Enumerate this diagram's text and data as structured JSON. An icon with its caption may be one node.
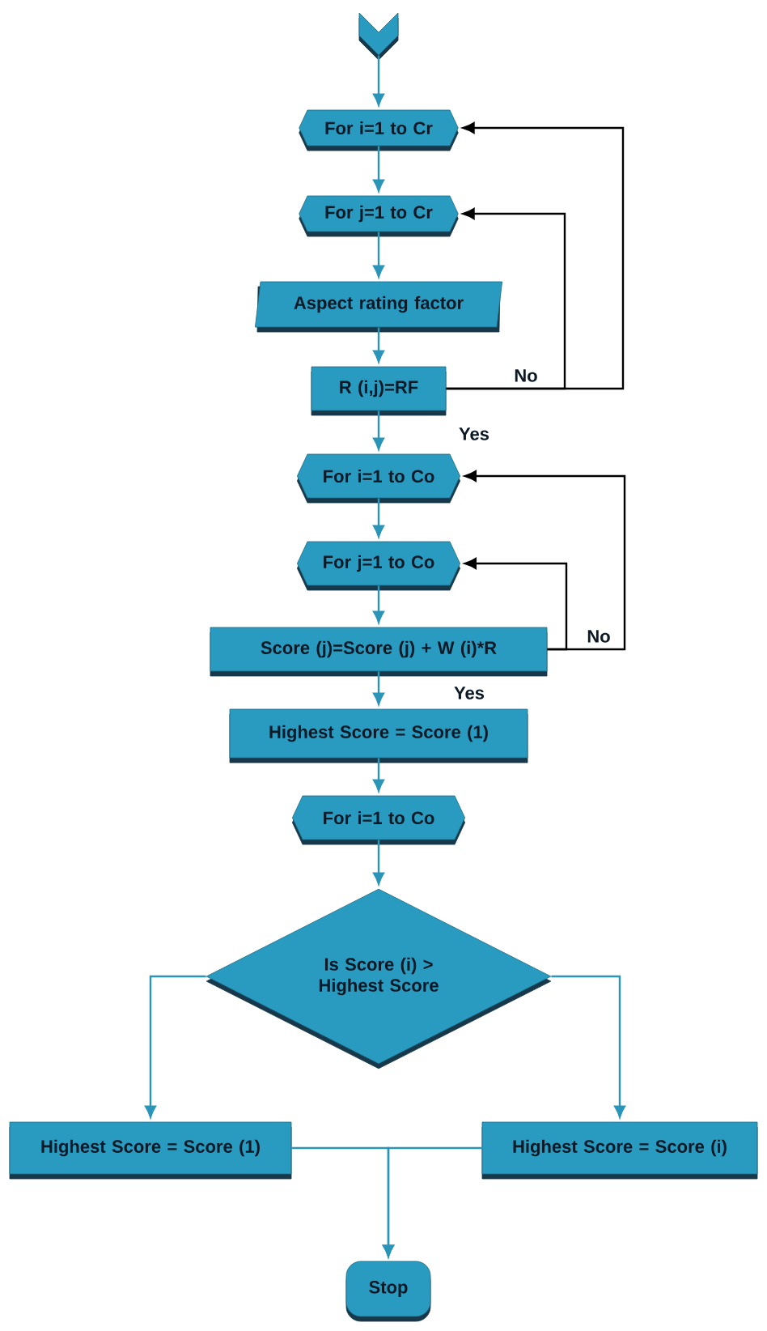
{
  "diagram": {
    "nodes": [
      {
        "text": [],
        "shape": "pentagon"
      },
      {
        "text": [
          "For i=1 to Cr"
        ]
      },
      {
        "text": [
          "For j=1 to Cr"
        ]
      },
      {
        "text": [
          "Aspect rating factor"
        ]
      },
      {
        "text": [
          "R (i,j)=RF"
        ]
      },
      {
        "text": [
          "For i=1 to Co"
        ]
      },
      {
        "text": [
          "For j=1 to Co"
        ]
      },
      {
        "text": [
          "Score (j)=Score (j) + W (i)*R"
        ]
      },
      {
        "text": [
          "Highest Score = Score (1)"
        ]
      },
      {
        "text": [
          "For i=1 to Co"
        ]
      },
      {
        "text": [
          "Is Score (i) > Highest Score"
        ]
      },
      {
        "text": [
          "Highest Score = Score (1)"
        ]
      },
      {
        "text": [
          "Highest Score = Score (i)"
        ]
      },
      {
        "text": [
          "Stop"
        ]
      }
    ],
    "edges": [
      {
        "from": 0,
        "to": 1,
        "arrow": "to"
      },
      {
        "from": 1,
        "to": 2,
        "arrow": "to"
      },
      {
        "from": 2,
        "to": 3,
        "arrow": "to"
      },
      {
        "from": 3,
        "to": 4,
        "arrow": "to"
      },
      {
        "from": 4,
        "to": 2,
        "arrow": "to",
        "label": "No",
        "color": "#000000"
      },
      {
        "from": 4,
        "to": 1,
        "arrow": "to",
        "color": "#000000"
      },
      {
        "from": 4,
        "to": 5,
        "arrow": "to",
        "label": "Yes"
      },
      {
        "from": 5,
        "to": 6,
        "arrow": "to"
      },
      {
        "from": 6,
        "to": 7,
        "arrow": "to"
      },
      {
        "from": 7,
        "to": 6,
        "arrow": "to",
        "color": "#000000"
      },
      {
        "from": 7,
        "to": 5,
        "arrow": "to",
        "label": "No",
        "color": "#000000"
      },
      {
        "from": 7,
        "to": 8,
        "arrow": "to",
        "label": "Yes"
      },
      {
        "from": 8,
        "to": 9,
        "arrow": "to"
      },
      {
        "from": 9,
        "to": 10,
        "arrow": "to"
      },
      {
        "from": 10,
        "to": 11,
        "arrow": "to"
      },
      {
        "from": 10,
        "to": 12,
        "arrow": "to"
      },
      {
        "from": 11,
        "to": 13,
        "arrow": "to"
      },
      {
        "from": 12,
        "to": 13,
        "arrow": "to"
      }
    ]
  }
}
